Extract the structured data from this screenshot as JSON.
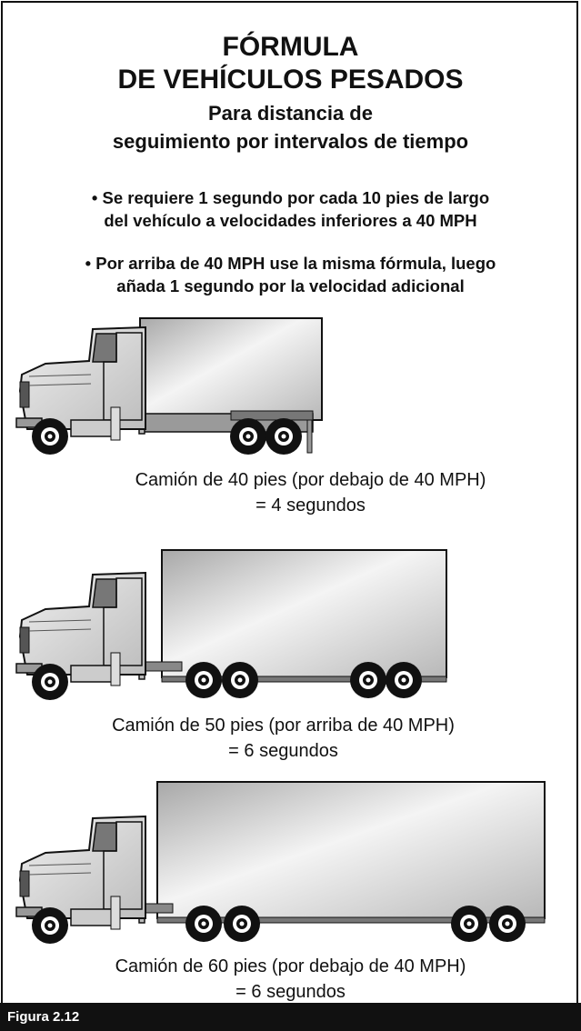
{
  "title": {
    "line1": "FÓRMULA",
    "line2": "DE VEHÍCULOS PESADOS",
    "sub1": "Para distancia de",
    "sub2": "seguimiento por intervalos de tiempo"
  },
  "bullets": [
    {
      "line1": "•  Se requiere 1 segundo por cada 10 pies de largo",
      "line2": "del vehículo a velocidades inferiores a 40 MPH"
    },
    {
      "line1": "•  Por arriba de 40 MPH use la misma fórmula, luego",
      "line2": "añada 1 segundo por la velocidad adicional"
    }
  ],
  "trucks": [
    {
      "caption1": "Camión de 40 pies (por debajo de 40 MPH)",
      "caption2": "= 4 segundos"
    },
    {
      "caption1": "Camión de 50 pies (por arriba de 40 MPH)",
      "caption2": "= 6 segundos"
    },
    {
      "caption1": "Camión de 60 pies (por debajo de 40 MPH)",
      "caption2": "= 6 segundos"
    }
  ],
  "figure_label": "Figura 2.12",
  "colors": {
    "ink": "#111111",
    "trailer_light": "#f4f4f4",
    "trailer_dark": "#a8a8a8",
    "cab": "#d8d8d8"
  }
}
